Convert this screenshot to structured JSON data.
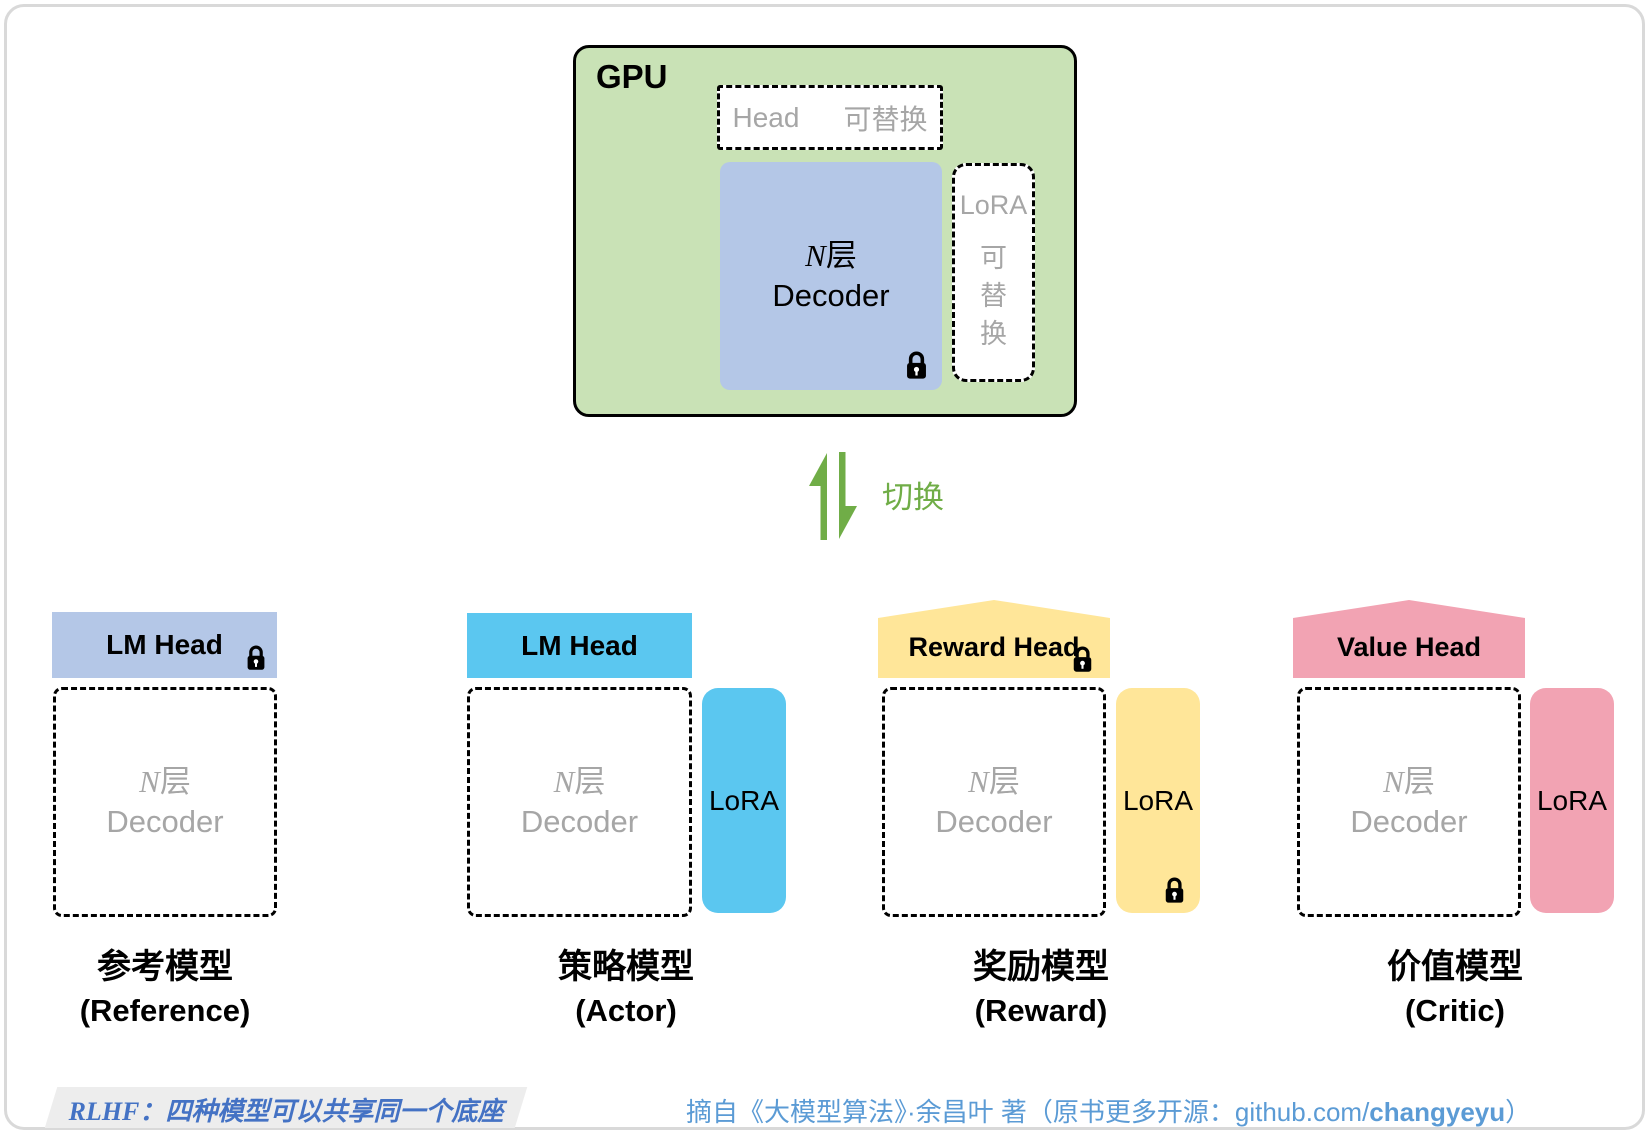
{
  "gpu": {
    "label": "GPU",
    "head_label": "Head",
    "head_note": "可替换",
    "lora_label": "LoRA",
    "lora_note_chars": [
      "可",
      "替",
      "换"
    ]
  },
  "shared": {
    "n_italic": "N",
    "layer_suffix": "层",
    "decoder_label": "Decoder"
  },
  "switch": {
    "label": "切换"
  },
  "models": [
    {
      "head_label": "LM Head",
      "head_locked": true,
      "name_zh": "参考模型",
      "name_en": "(Reference)"
    },
    {
      "head_label": "LM Head",
      "head_locked": false,
      "lora_label": "LoRA",
      "lora_locked": false,
      "name_zh": "策略模型",
      "name_en": "(Actor)"
    },
    {
      "head_label": "Reward Head",
      "head_locked": true,
      "lora_label": "LoRA",
      "lora_locked": true,
      "name_zh": "奖励模型",
      "name_en": "(Reward)"
    },
    {
      "head_label": "Value Head",
      "head_locked": false,
      "lora_label": "LoRA",
      "lora_locked": false,
      "name_zh": "价值模型",
      "name_en": "(Critic)"
    }
  ],
  "footer": {
    "caption": "RLHF：四种模型可以共享同一个底座",
    "source_prefix": "摘自《大模型算法》·余昌叶 著（原书更多开源：github.com/",
    "source_bold": "changyeyu",
    "source_suffix": "）"
  },
  "colors": {
    "gpu-green": "#c9e2b6",
    "periwinkle": "#b4c7e7",
    "cyan": "#5bc7f0",
    "yellow": "#ffe699",
    "pink": "#f2a3b3",
    "gray-text": "#a6a6a6",
    "green-accent": "#70ad47",
    "caption-blue": "#4472c4",
    "source-blue": "#5b9bd5",
    "caption-bg": "#ededed"
  }
}
